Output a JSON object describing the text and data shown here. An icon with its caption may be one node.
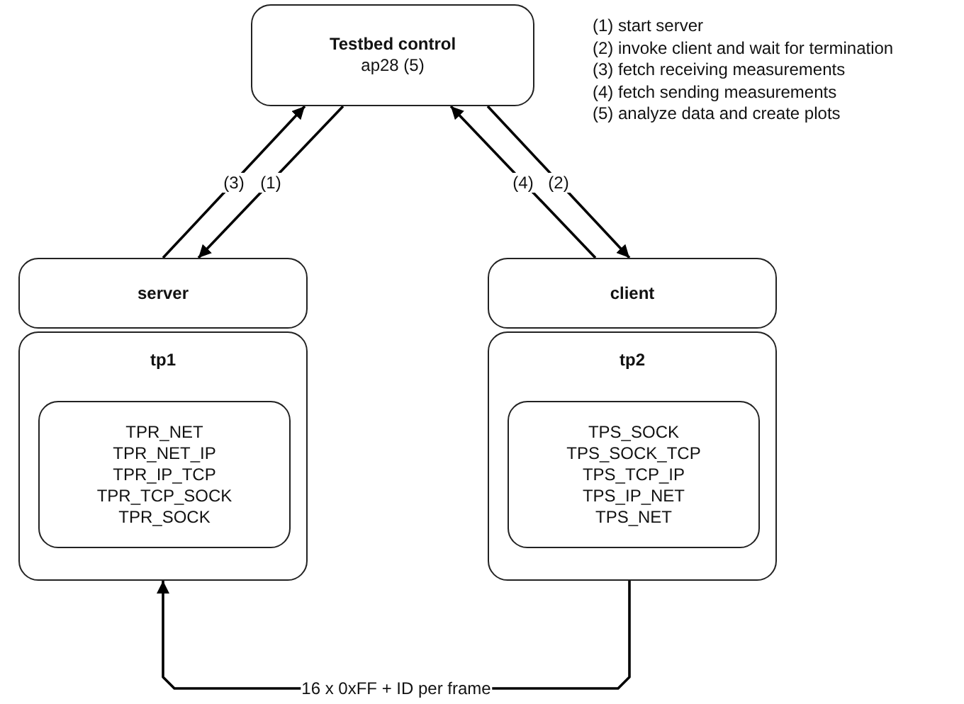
{
  "diagram": {
    "nodes": [
      {
        "text": [
          "Testbed control",
          "ap28 (5)"
        ]
      },
      {
        "text": [
          "server"
        ]
      },
      {
        "text": [
          "tp1"
        ]
      },
      {
        "text": [
          "TPR_NET",
          "TPR_NET_IP",
          "TPR_IP_TCP",
          "TPR_TCP_SOCK",
          "TPR_SOCK"
        ],
        "in": 2
      },
      {
        "text": [
          "client"
        ]
      },
      {
        "text": [
          "tp2"
        ]
      },
      {
        "text": [
          "TPS_SOCK",
          "TPS_SOCK_TCP",
          "TPS_TCP_IP",
          "TPS_IP_NET",
          "TPS_NET"
        ],
        "in": 5
      }
    ],
    "edges": [
      {
        "from": 1,
        "to": 0,
        "arrow": "to",
        "label": "(3)"
      },
      {
        "from": 0,
        "to": 1,
        "arrow": "to",
        "label": "(1)"
      },
      {
        "from": 4,
        "to": 0,
        "arrow": "to",
        "label": "(4)"
      },
      {
        "from": 0,
        "to": 4,
        "arrow": "to",
        "label": "(2)"
      },
      {
        "from": 5,
        "to": 2,
        "arrow": "to",
        "label": "16 x 0xFF + ID per frame"
      }
    ],
    "labels": [
      "(1) start server",
      "(2) invoke client and wait for termination",
      "(3) fetch receiving measurements",
      "(4) fetch sending measurements",
      "(5) analyze data and create plots"
    ]
  }
}
